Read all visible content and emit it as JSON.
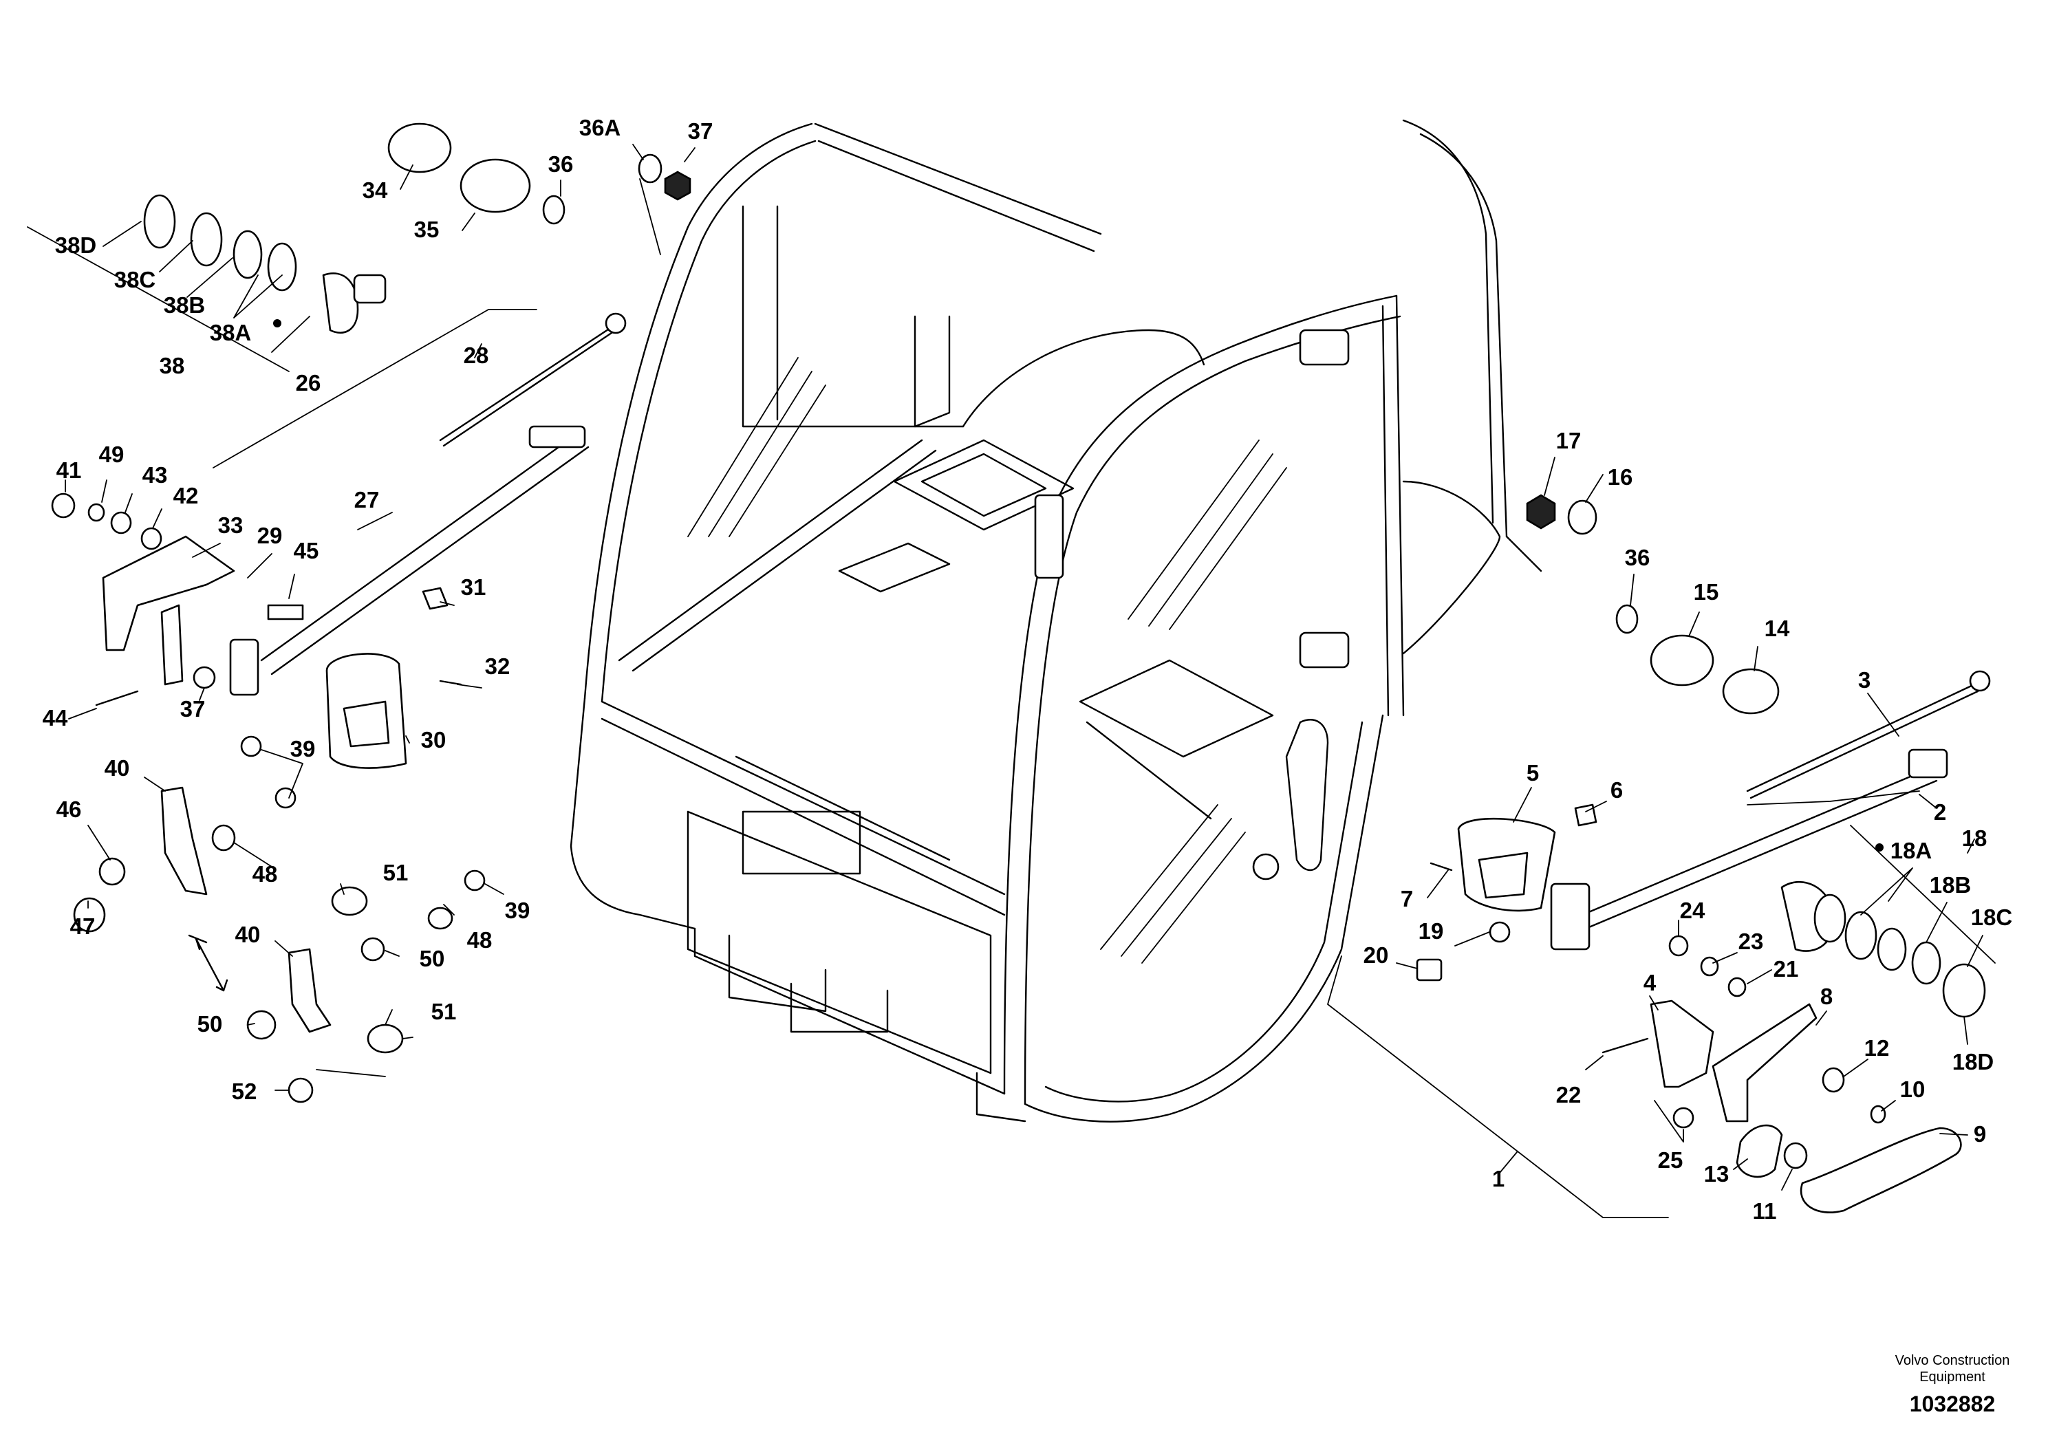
{
  "callouts": [
    {
      "label": "1"
    },
    {
      "label": "2"
    },
    {
      "label": "3"
    },
    {
      "label": "4"
    },
    {
      "label": "5"
    },
    {
      "label": "6"
    },
    {
      "label": "7"
    },
    {
      "label": "8"
    },
    {
      "label": "9"
    },
    {
      "label": "10"
    },
    {
      "label": "11"
    },
    {
      "label": "12"
    },
    {
      "label": "13"
    },
    {
      "label": "14"
    },
    {
      "label": "15"
    },
    {
      "label": "16"
    },
    {
      "label": "17"
    },
    {
      "label": "18"
    },
    {
      "label": "18A"
    },
    {
      "label": "18B"
    },
    {
      "label": "18C"
    },
    {
      "label": "18D"
    },
    {
      "label": "19"
    },
    {
      "label": "20"
    },
    {
      "label": "21"
    },
    {
      "label": "22"
    },
    {
      "label": "23"
    },
    {
      "label": "24"
    },
    {
      "label": "25"
    },
    {
      "label": "26"
    },
    {
      "label": "27"
    },
    {
      "label": "28"
    },
    {
      "label": "29"
    },
    {
      "label": "30"
    },
    {
      "label": "31"
    },
    {
      "label": "32"
    },
    {
      "label": "33"
    },
    {
      "label": "34"
    },
    {
      "label": "35"
    },
    {
      "label": "36"
    },
    {
      "label": "36A"
    },
    {
      "label": "37"
    },
    {
      "label": "36"
    },
    {
      "label": "37"
    },
    {
      "label": "38"
    },
    {
      "label": "38A"
    },
    {
      "label": "38B"
    },
    {
      "label": "38C"
    },
    {
      "label": "38D"
    },
    {
      "label": "39"
    },
    {
      "label": "39"
    },
    {
      "label": "40"
    },
    {
      "label": "40"
    },
    {
      "label": "41"
    },
    {
      "label": "42"
    },
    {
      "label": "43"
    },
    {
      "label": "44"
    },
    {
      "label": "45"
    },
    {
      "label": "46"
    },
    {
      "label": "47"
    },
    {
      "label": "48"
    },
    {
      "label": "48"
    },
    {
      "label": "49"
    },
    {
      "label": "50"
    },
    {
      "label": "50"
    },
    {
      "label": "51"
    },
    {
      "label": "51"
    },
    {
      "label": "52"
    }
  ],
  "footer": {
    "credit_line1": "Volvo Construction",
    "credit_line2": "Equipment",
    "document_number": "1032882"
  }
}
